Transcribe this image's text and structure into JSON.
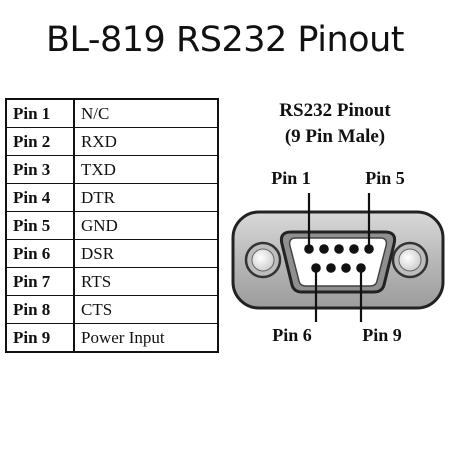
{
  "title": "BL-819 RS232 Pinout",
  "pinout_table": [
    {
      "pin": "Pin 1",
      "signal": "N/C"
    },
    {
      "pin": "Pin 2",
      "signal": "RXD"
    },
    {
      "pin": "Pin 3",
      "signal": "TXD"
    },
    {
      "pin": "Pin 4",
      "signal": "DTR"
    },
    {
      "pin": "Pin 5",
      "signal": "GND"
    },
    {
      "pin": "Pin 6",
      "signal": "DSR"
    },
    {
      "pin": "Pin 7",
      "signal": "RTS"
    },
    {
      "pin": "Pin 8",
      "signal": "CTS"
    },
    {
      "pin": "Pin 9",
      "signal": "Power Input"
    }
  ],
  "connector": {
    "title_line1": "RS232 Pinout",
    "title_line2": "(9 Pin Male)",
    "labels": {
      "pin1": "Pin 1",
      "pin5": "Pin 5",
      "pin6": "Pin 6",
      "pin9": "Pin 9"
    },
    "top_row_pins": 5,
    "bottom_row_pins": 4
  }
}
